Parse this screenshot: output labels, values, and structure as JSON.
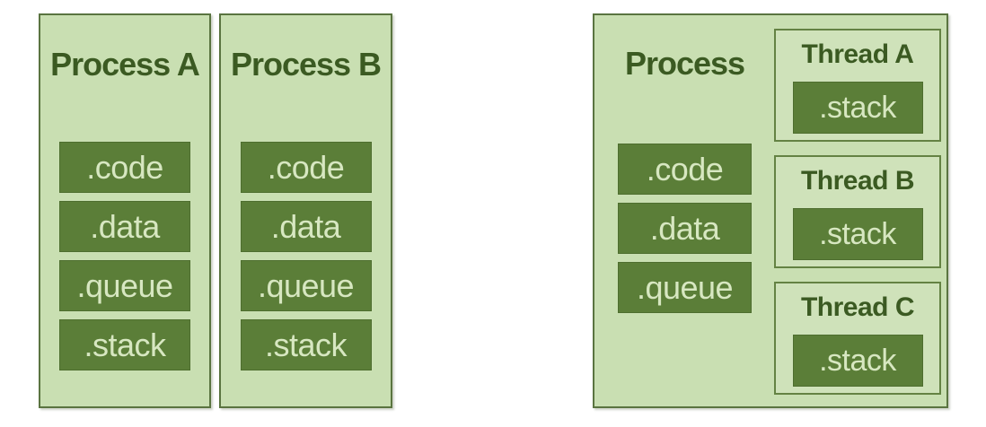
{
  "diagram": {
    "left_processes": [
      {
        "title": "Process A",
        "segments": [
          ".code",
          ".data",
          ".queue",
          ".stack"
        ]
      },
      {
        "title": "Process B",
        "segments": [
          ".code",
          ".data",
          ".queue",
          ".stack"
        ]
      }
    ],
    "multithreaded_process": {
      "title": "Process",
      "segments": [
        ".code",
        ".data",
        ".queue"
      ],
      "threads": [
        {
          "title": "Thread A",
          "stack_label": ".stack"
        },
        {
          "title": "Thread B",
          "stack_label": ".stack"
        },
        {
          "title": "Thread C",
          "stack_label": ".stack"
        }
      ]
    },
    "colors": {
      "page_background": "#ffffff",
      "panel_background": "#c9dfb2",
      "panel_border": "#5a7440",
      "segment_background": "#5b7e38",
      "segment_text": "#d7e7c1",
      "title_text": "#3b5a22",
      "thread_background": "#cfe2ba",
      "thread_border": "#648243"
    }
  }
}
